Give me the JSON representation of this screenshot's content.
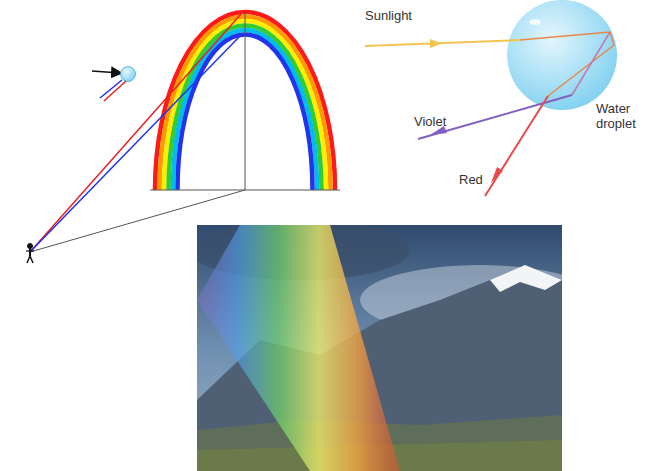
{
  "diagram": {
    "labels": [
      "Sunlight",
      "Violet",
      "Water droplet",
      "Red"
    ]
  }
}
